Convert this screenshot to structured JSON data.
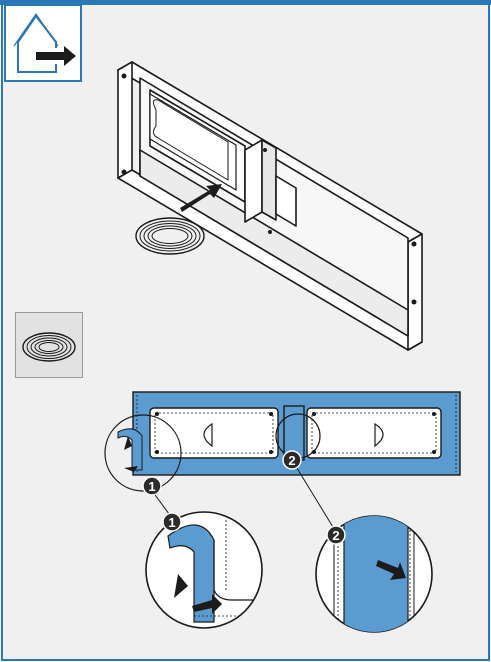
{
  "document": {
    "type": "installation-instruction",
    "step_icon": "house-exit-arrow-icon",
    "parts": [
      "frame",
      "sealing-tape-roll"
    ],
    "callouts": [
      {
        "number": "1"
      },
      {
        "number": "2"
      }
    ]
  },
  "colors": {
    "accent": "#2a78b8",
    "tape": "#5b9bd0",
    "background": "#f0f0f0",
    "line": "#1a1a1a",
    "callout_badge": "#2b2b2b"
  }
}
